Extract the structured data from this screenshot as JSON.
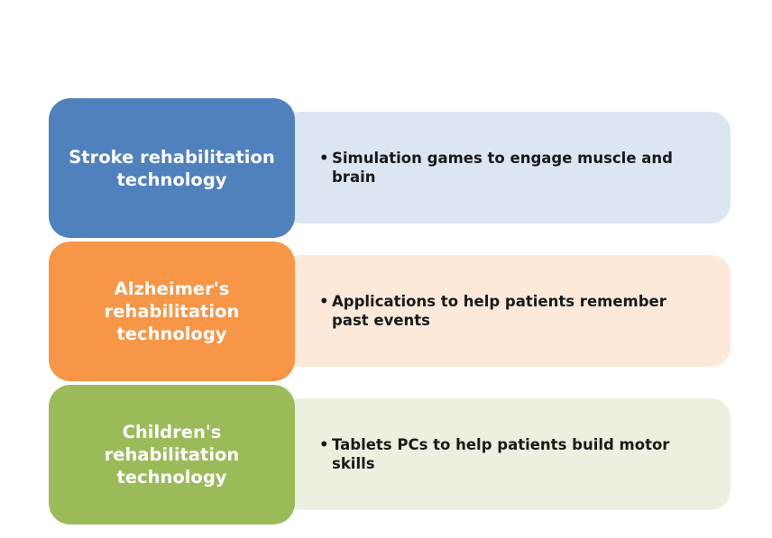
{
  "rows": [
    {
      "heading": "Stroke rehabilitation technology",
      "bullets": [
        "Simulation games to engage muscle and brain"
      ],
      "colors": {
        "heading_bg": "#4f81bd",
        "detail_bg": "#dce6f2"
      }
    },
    {
      "heading": "Alzheimer's rehabilitation technology",
      "bullets": [
        "Applications to help patients remember past events"
      ],
      "colors": {
        "heading_bg": "#f79646",
        "detail_bg": "#fde9d9"
      }
    },
    {
      "heading": "Children's rehabilitation technology",
      "bullets": [
        "Tablets PCs to help patients build motor skills"
      ],
      "colors": {
        "heading_bg": "#9bbb59",
        "detail_bg": "#ebf1de"
      }
    }
  ],
  "bullet_symbol": "•"
}
